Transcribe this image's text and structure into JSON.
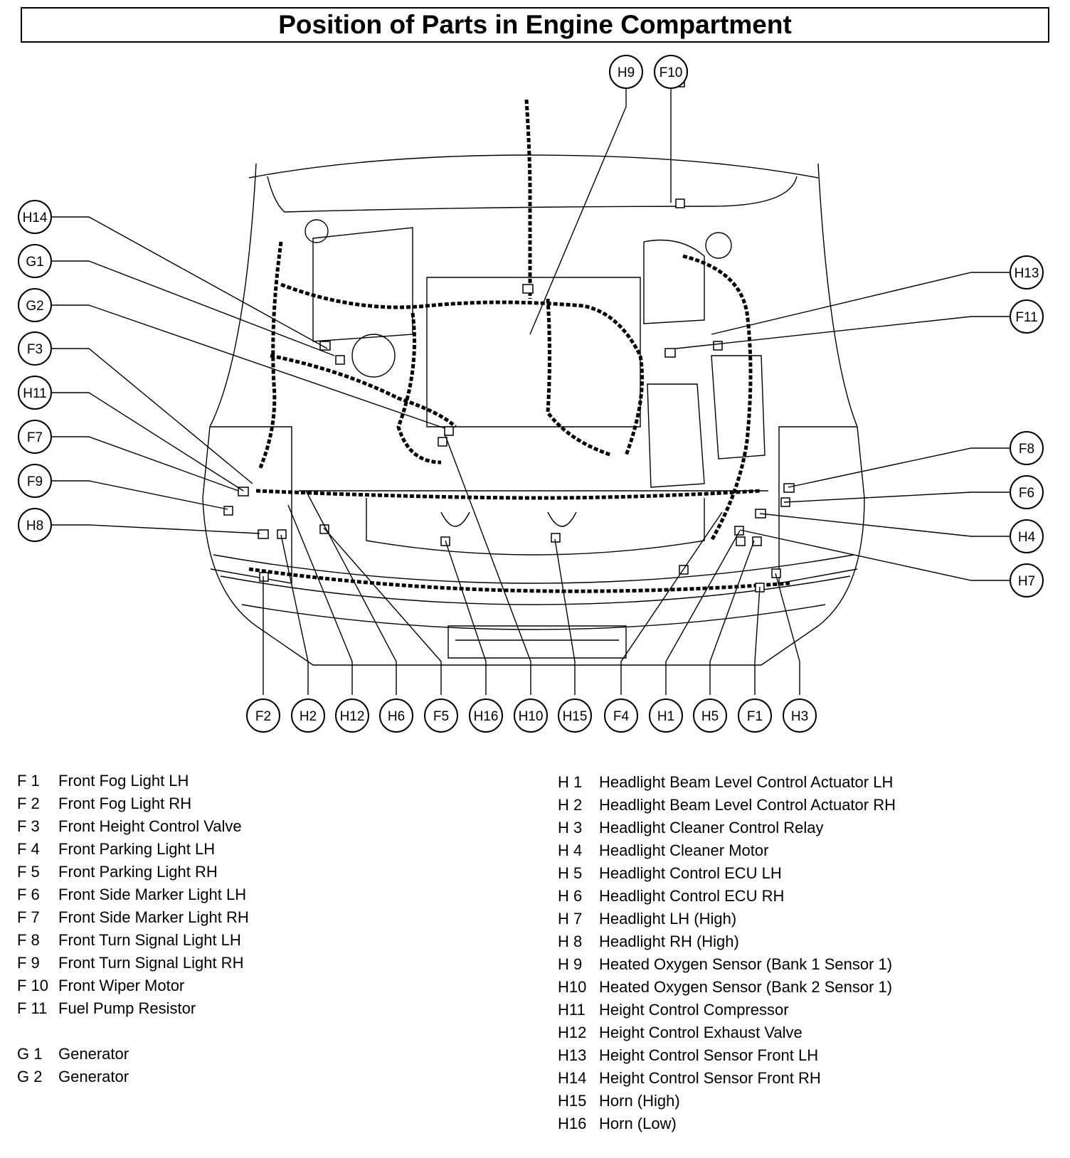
{
  "title": "Position of Parts in Engine Compartment",
  "labels": {
    "H9": "H9",
    "F10": "F10",
    "H14": "H14",
    "G1": "G1",
    "G2": "G2",
    "F3": "F3",
    "H11": "H11",
    "F7": "F7",
    "F9": "F9",
    "H8": "H8",
    "H13": "H13",
    "F11": "F11",
    "F8": "F8",
    "F6": "F6",
    "H4": "H4",
    "H7": "H7",
    "F2": "F2",
    "H2": "H2",
    "H12": "H12",
    "H6": "H6",
    "F5": "F5",
    "H16": "H16",
    "H10": "H10",
    "H15": "H15",
    "F4": "F4",
    "H1": "H1",
    "H5": "H5",
    "F1": "F1",
    "H3": "H3"
  },
  "legend_f": [
    {
      "code": "F  1",
      "name": "Front Fog Light LH"
    },
    {
      "code": "F  2",
      "name": "Front Fog Light RH"
    },
    {
      "code": "F  3",
      "name": "Front Height Control Valve"
    },
    {
      "code": "F  4",
      "name": "Front Parking Light LH"
    },
    {
      "code": "F  5",
      "name": "Front Parking Light RH"
    },
    {
      "code": "F  6",
      "name": "Front Side Marker Light LH"
    },
    {
      "code": "F  7",
      "name": "Front Side Marker Light RH"
    },
    {
      "code": "F  8",
      "name": "Front Turn Signal Light LH"
    },
    {
      "code": "F  9",
      "name": "Front Turn Signal Light RH"
    },
    {
      "code": "F 10",
      "name": "Front Wiper Motor"
    },
    {
      "code": "F 11",
      "name": "Fuel Pump Resistor"
    }
  ],
  "legend_g": [
    {
      "code": "G  1",
      "name": "Generator"
    },
    {
      "code": "G  2",
      "name": "Generator"
    }
  ],
  "legend_h": [
    {
      "code": "H  1",
      "name": "Headlight Beam Level Control Actuator LH"
    },
    {
      "code": "H  2",
      "name": "Headlight Beam Level Control Actuator RH"
    },
    {
      "code": "H  3",
      "name": "Headlight Cleaner Control Relay"
    },
    {
      "code": "H  4",
      "name": "Headlight Cleaner Motor"
    },
    {
      "code": "H  5",
      "name": "Headlight Control ECU LH"
    },
    {
      "code": "H  6",
      "name": "Headlight Control ECU RH"
    },
    {
      "code": "H  7",
      "name": "Headlight LH (High)"
    },
    {
      "code": "H  8",
      "name": "Headlight RH (High)"
    },
    {
      "code": "H  9",
      "name": "Heated Oxygen Sensor (Bank 1 Sensor 1)"
    },
    {
      "code": "H10",
      "name": "Heated Oxygen Sensor (Bank 2 Sensor 1)"
    },
    {
      "code": "H11",
      "name": "Height Control Compressor"
    },
    {
      "code": "H12",
      "name": "Height Control Exhaust Valve"
    },
    {
      "code": "H13",
      "name": "Height Control Sensor Front LH"
    },
    {
      "code": "H14",
      "name": "Height Control Sensor Front RH"
    },
    {
      "code": "H15",
      "name": "Horn (High)"
    },
    {
      "code": "H16",
      "name": "Horn (Low)"
    }
  ]
}
